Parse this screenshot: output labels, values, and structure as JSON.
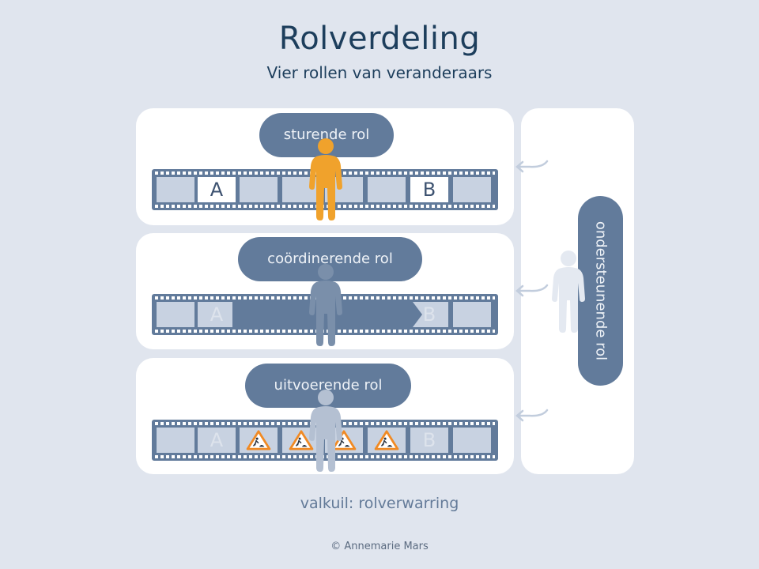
{
  "header": {
    "title": "Rolverdeling",
    "subtitle": "Vier rollen van veranderaars"
  },
  "roles": [
    {
      "label": "sturende rol",
      "person_color": "#f0a22c",
      "frames": [
        {
          "text": "",
          "style": "plain"
        },
        {
          "text": "A",
          "style": "white"
        },
        {
          "text": "",
          "style": "plain"
        },
        {
          "text": "",
          "style": "plain"
        },
        {
          "text": "",
          "style": "plain"
        },
        {
          "text": "",
          "style": "plain"
        },
        {
          "text": "B",
          "style": "white"
        },
        {
          "text": "",
          "style": "plain"
        }
      ]
    },
    {
      "label": "coördinerende rol",
      "person_color": "#7a8faa",
      "overlay": "arrow-A-to-B",
      "frames": [
        {
          "text": "",
          "style": "plain"
        },
        {
          "text": "A",
          "style": "faded"
        },
        {
          "text": "",
          "style": "plain"
        },
        {
          "text": "",
          "style": "plain"
        },
        {
          "text": "",
          "style": "plain"
        },
        {
          "text": "",
          "style": "plain"
        },
        {
          "text": "B",
          "style": "faded"
        },
        {
          "text": "",
          "style": "plain"
        }
      ]
    },
    {
      "label": "uitvoerende rol",
      "person_color": "#b4c0d2",
      "frames": [
        {
          "text": "",
          "style": "plain"
        },
        {
          "text": "A",
          "style": "faded"
        },
        {
          "text": "",
          "style": "roadwork-icon"
        },
        {
          "text": "",
          "style": "roadwork-icon"
        },
        {
          "text": "",
          "style": "roadwork-icon"
        },
        {
          "text": "",
          "style": "roadwork-icon"
        },
        {
          "text": "B",
          "style": "faded"
        },
        {
          "text": "",
          "style": "plain"
        }
      ]
    }
  ],
  "support_role": {
    "label": "ondersteunende rol",
    "person_color": "#e4e9f1"
  },
  "colors": {
    "background": "#e0e5ee",
    "pill": "#627b9b",
    "title": "#1d3e5c",
    "warning_orange": "#f08a24"
  },
  "footer": {
    "pitfall": "valkuil: rolverwarring",
    "copyright": "© Annemarie Mars"
  }
}
